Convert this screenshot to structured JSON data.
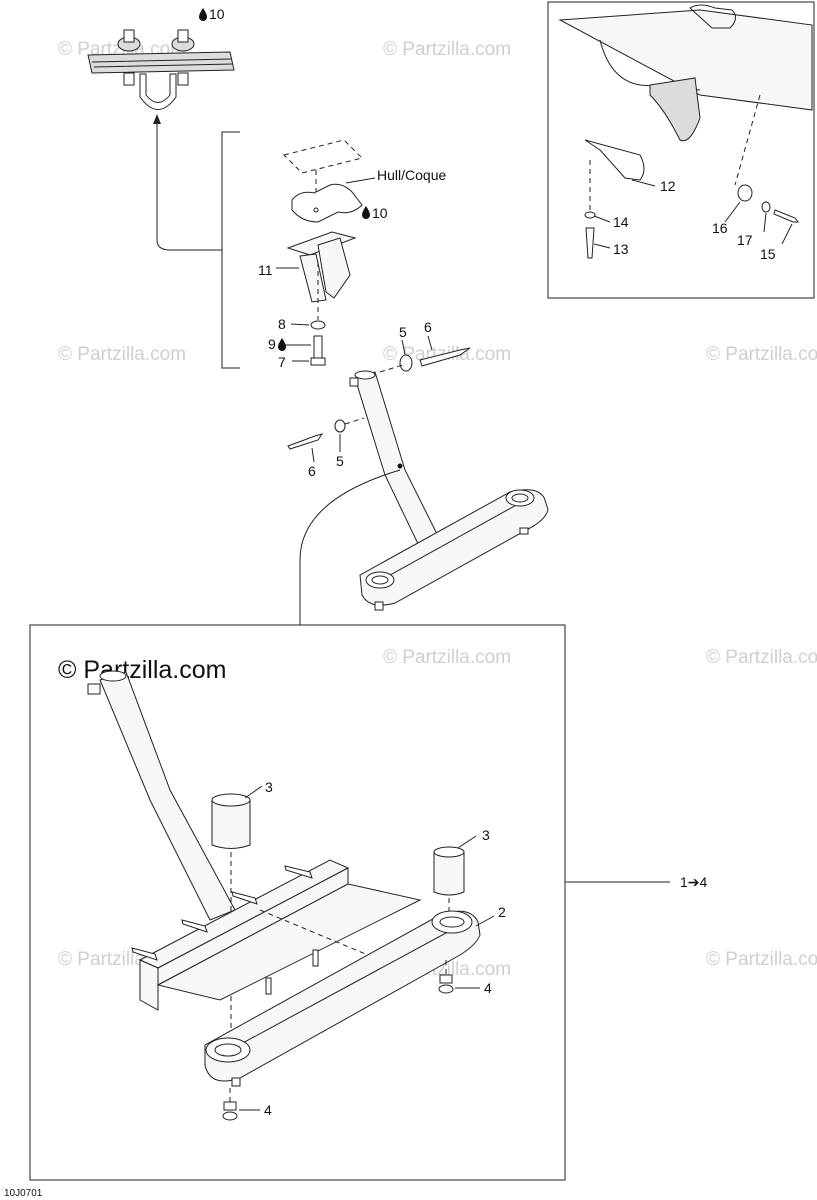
{
  "callouts": {
    "c10_top": "10",
    "hull": "Hull/Coque",
    "c10_mid": "10",
    "c11": "11",
    "c8": "8",
    "c9": "9",
    "c7": "7",
    "c5_right": "5",
    "c6_right": "6",
    "c6_left": "6",
    "c5_left": "5",
    "c12": "12",
    "c14": "14",
    "c13": "13",
    "c16": "16",
    "c17": "17",
    "c15": "15",
    "c3_left": "3",
    "c3_right": "3",
    "c2": "2",
    "c4_right": "4",
    "c4_bottom": "4",
    "range": "1➔4"
  },
  "watermark": {
    "small": "© Partzilla.com",
    "large": "© Partzilla.com"
  },
  "diagram_code": "10J0701",
  "icons": {
    "drop": "drop-icon"
  }
}
